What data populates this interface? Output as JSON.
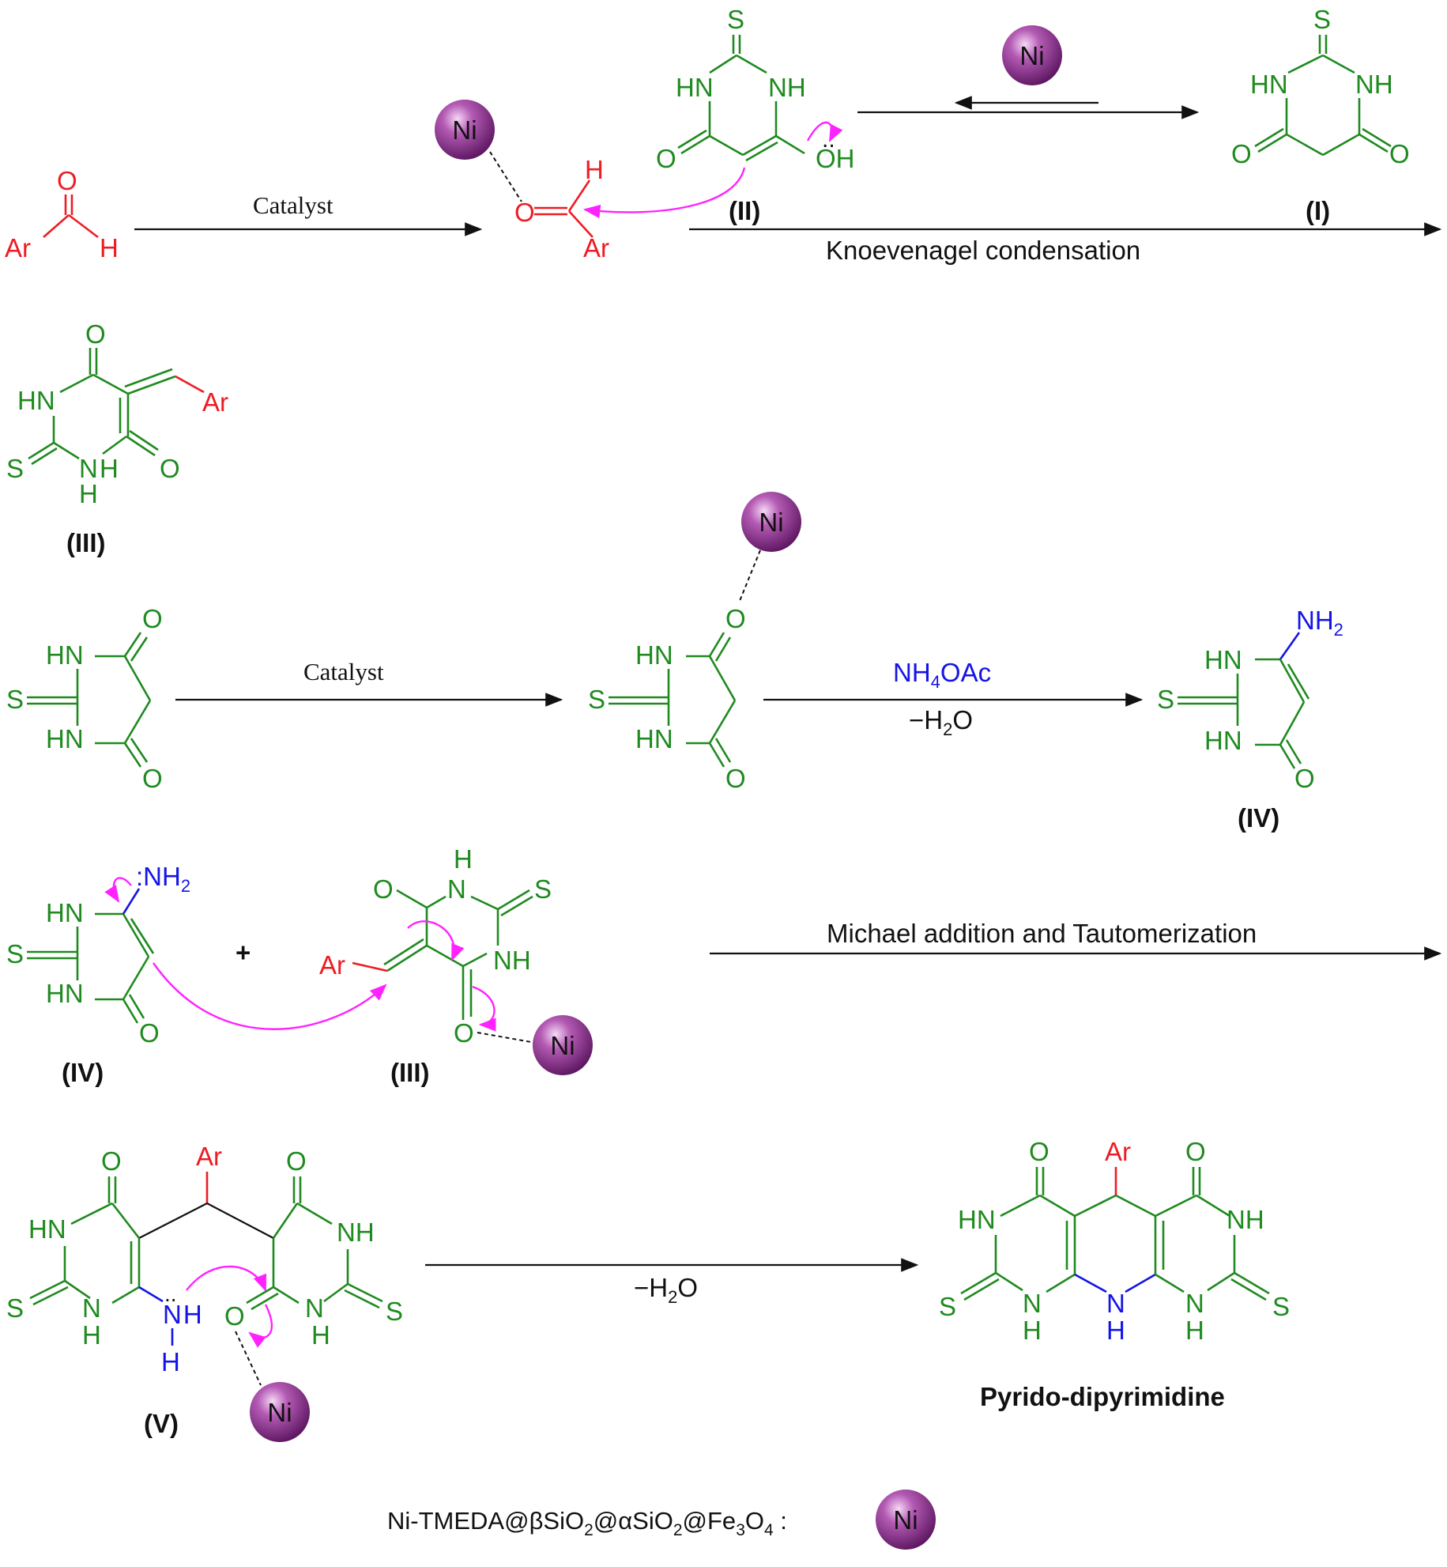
{
  "colors": {
    "backbone": "#1f8a1f",
    "aryl": "#ee1c24",
    "nitrogen_amine": "#1414e6",
    "curved_arrow": "#ff22ff",
    "catalyst_sphere": "#8e2c8e",
    "text": "#111111"
  },
  "catalyst_badge": "Ni",
  "atoms": {
    "S": "S",
    "O": "O",
    "HN": "HN",
    "NH": "NH",
    "N": "N",
    "H": "H",
    "Ar": "Ar",
    "OH": "OH",
    "NH2": "NH",
    "NH2_sub": "2",
    "lone_pair": ":",
    "dots": ".."
  },
  "reaction_labels": {
    "catalyst_1": "Catalyst",
    "knoevenagel": "Knoevenagel condensation",
    "catalyst_2": "Catalyst",
    "nh4oac_main": "NH",
    "nh4oac_sub": "4",
    "nh4oac_rest": "OAc",
    "minus_water_1": "−H",
    "water_sub": "2",
    "water_o": "O",
    "michael": "Michael addition and Tautomerization",
    "plus": "+",
    "minus_water_2": "−H"
  },
  "compounds": {
    "I": "I",
    "II": "II",
    "III": "III",
    "IV": "IV",
    "V": "V",
    "product": "Pyrido-dipyrimidine"
  },
  "legend": {
    "formula_parts": [
      "Ni-TMEDA@βSiO",
      "2",
      "@αSiO",
      "2",
      "@Fe",
      "3",
      "O",
      "4",
      " :"
    ]
  }
}
